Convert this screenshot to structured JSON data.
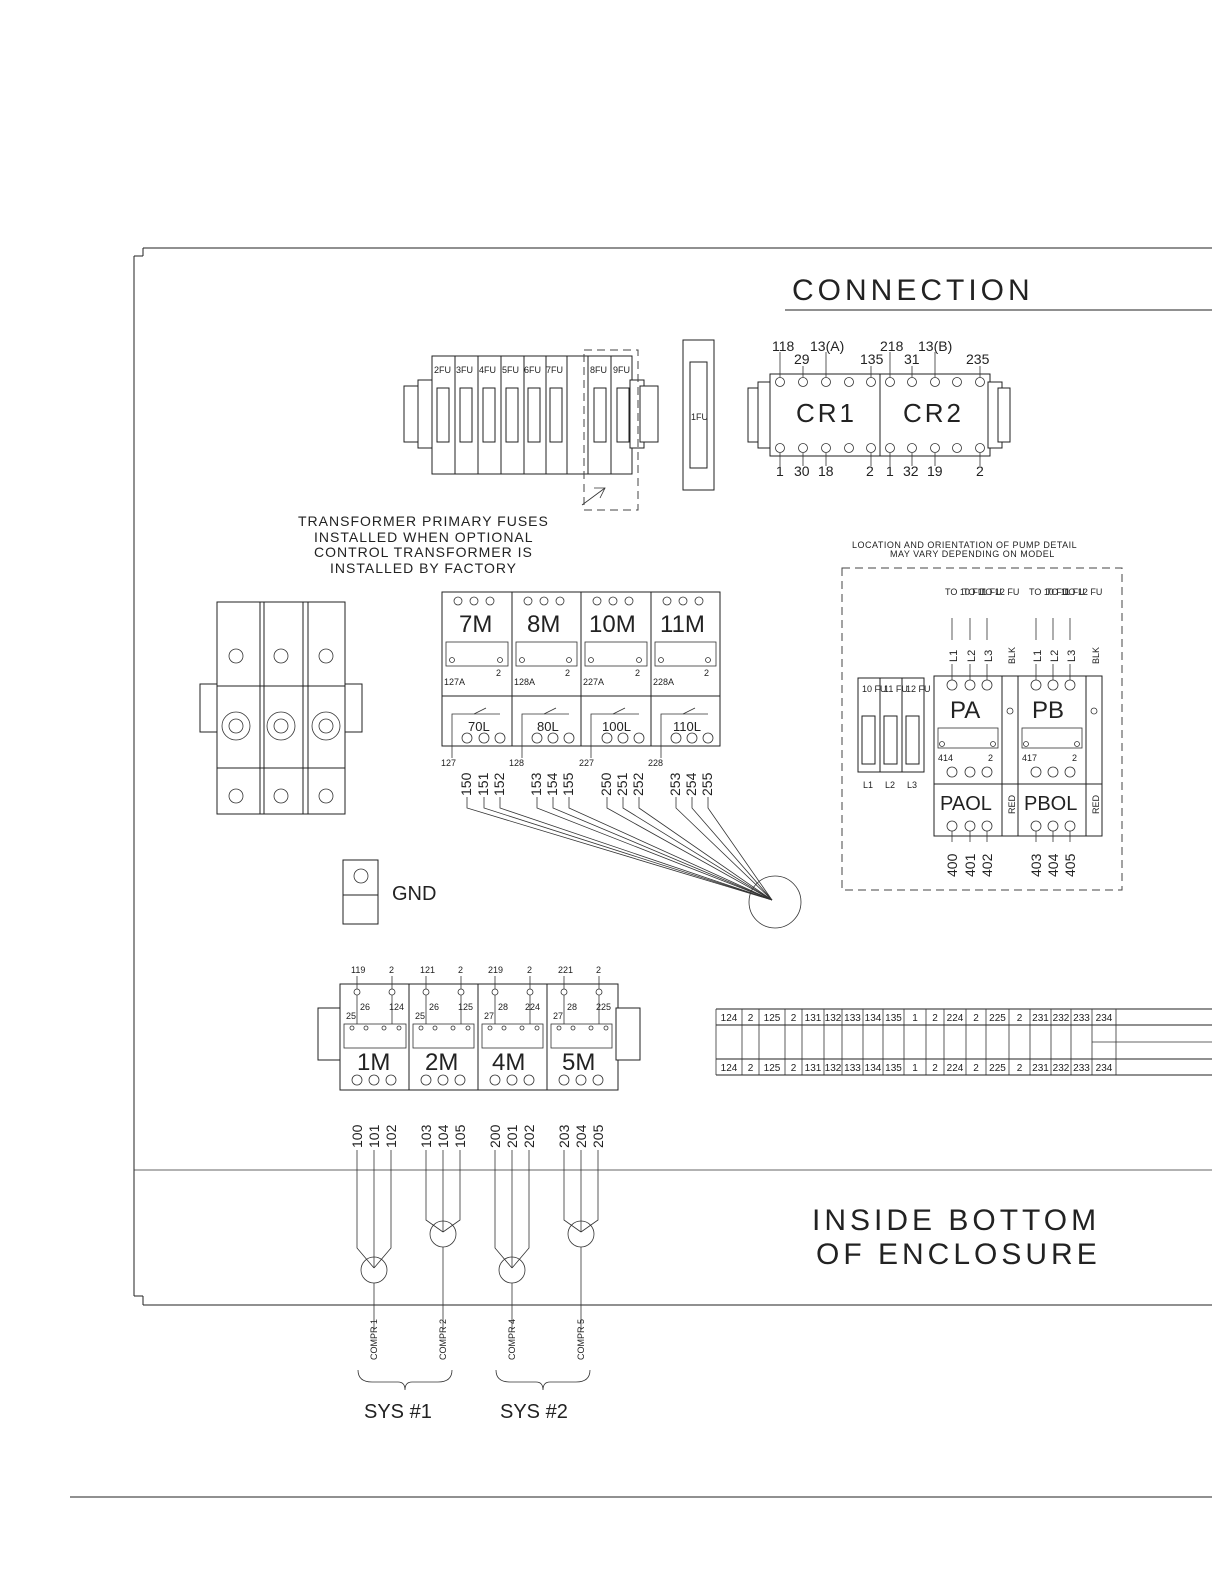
{
  "labels": {
    "connection": "CONNECTION",
    "inside_bottom_1": "INSIDE  BOTTOM",
    "inside_bottom_2": "OF  ENCLOSURE",
    "gnd": "GND",
    "note_transformer": [
      "TRANSFORMER PRIMARY FUSES",
      "INSTALLED WHEN OPTIONAL",
      "CONTROL TRANSFORMER IS",
      "INSTALLED BY FACTORY"
    ],
    "note_pump": [
      "LOCATION AND ORIENTATION OF PUMP DETAIL",
      "MAY VARY DEPENDING ON MODEL"
    ],
    "sys1": "SYS  #1",
    "sys2": "SYS  #2"
  },
  "fuse_block": {
    "fuses": [
      "2FU",
      "3FU",
      "4FU",
      "5FU",
      "6FU",
      "7FU"
    ],
    "optional_fuses": [
      "8FU",
      "9FU"
    ],
    "main_fuse": "1FU"
  },
  "relays": {
    "names": [
      "CR1",
      "CR2"
    ],
    "top_terminals": [
      "118",
      "29",
      "13(A)",
      "135",
      "218",
      "31",
      "13(B)",
      "235"
    ],
    "bottom_terminals": [
      "1",
      "30",
      "18",
      "2",
      "1",
      "32",
      "19",
      "2"
    ]
  },
  "overload_contactors": [
    {
      "name": "7M",
      "coil": "127A",
      "coil2": "2",
      "overload": "70L",
      "feed": "127",
      "wires": [
        "150",
        "151",
        "152"
      ]
    },
    {
      "name": "8M",
      "coil": "128A",
      "coil2": "2",
      "overload": "80L",
      "feed": "128",
      "wires": [
        "153",
        "154",
        "155"
      ]
    },
    {
      "name": "10M",
      "coil": "227A",
      "coil2": "2",
      "overload": "100L",
      "feed": "227",
      "wires": [
        "250",
        "251",
        "252"
      ]
    },
    {
      "name": "11M",
      "coil": "228A",
      "coil2": "2",
      "overload": "110L",
      "feed": "228",
      "wires": [
        "253",
        "254",
        "255"
      ]
    }
  ],
  "pump": {
    "top_labels": [
      "TO 10 FU",
      "TO 11 FU",
      "TO 12 FU"
    ],
    "lines": [
      "L1",
      "L2",
      "L3"
    ],
    "small_fuses": [
      "10 FU",
      "11 FU",
      "12 FU"
    ],
    "contactors": [
      {
        "name": "PA",
        "coil": "414",
        "coil2": "2",
        "overload": "PAOL",
        "wires": [
          "400",
          "401",
          "402"
        ]
      },
      {
        "name": "PB",
        "coil": "417",
        "coil2": "2",
        "overload": "PBOL",
        "wires": [
          "403",
          "404",
          "405"
        ]
      }
    ],
    "side_labels": [
      "BLK",
      "RED"
    ]
  },
  "compressor_contactors": [
    {
      "name": "1M",
      "top": [
        "119",
        "2"
      ],
      "mid": [
        "25",
        "26",
        "124"
      ],
      "wires": [
        "100",
        "101",
        "102"
      ],
      "compressor": "COMPR 1"
    },
    {
      "name": "2M",
      "top": [
        "121",
        "2"
      ],
      "mid": [
        "25",
        "26",
        "125"
      ],
      "wires": [
        "103",
        "104",
        "105"
      ],
      "compressor": "COMPR 2"
    },
    {
      "name": "4M",
      "top": [
        "219",
        "2"
      ],
      "mid": [
        "27",
        "28",
        "224"
      ],
      "wires": [
        "200",
        "201",
        "202"
      ],
      "compressor": "COMPR 4"
    },
    {
      "name": "5M",
      "top": [
        "221",
        "2"
      ],
      "mid": [
        "27",
        "28",
        "225"
      ],
      "wires": [
        "203",
        "204",
        "205"
      ],
      "compressor": "COMPR 5"
    }
  ],
  "terminal_strip": [
    "124",
    "2",
    "125",
    "2",
    "131",
    "132",
    "133",
    "134",
    "135",
    "1",
    "2",
    "224",
    "2",
    "225",
    "2",
    "231",
    "232",
    "233",
    "234"
  ]
}
